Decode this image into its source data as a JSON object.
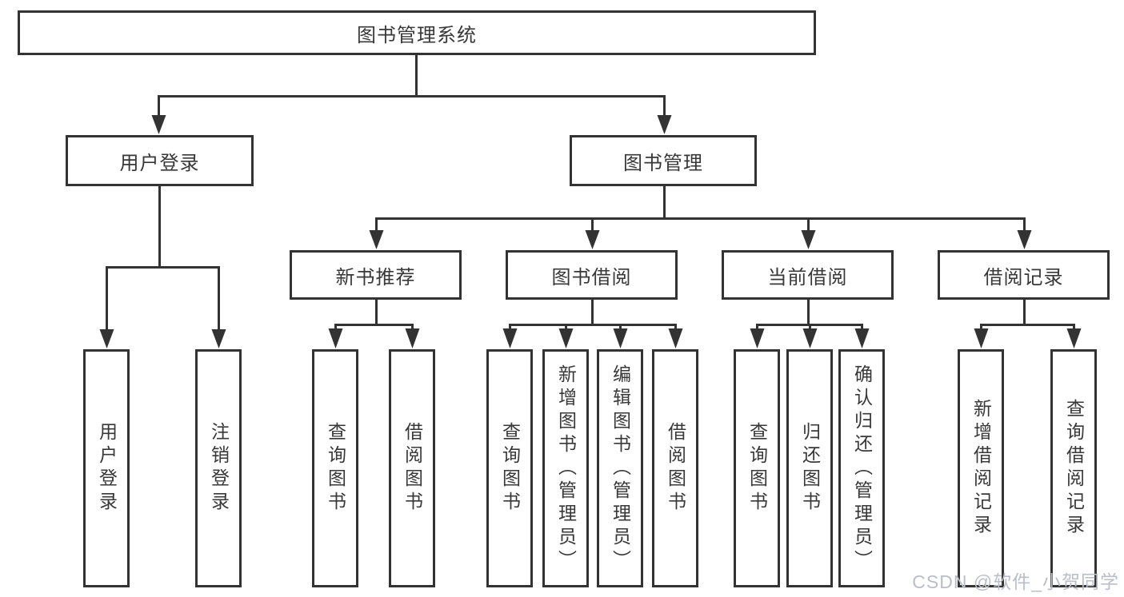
{
  "diagram_type": "hierarchy-tree",
  "colors": {
    "line": "#333333",
    "box_border": "#333333",
    "box_fill": "#ffffff",
    "text": "#383838",
    "watermark": "#b9bec8"
  },
  "tree": {
    "label": "图书管理系统",
    "children": [
      {
        "label": "用户登录",
        "children": [
          {
            "label": "用户登录"
          },
          {
            "label": "注销登录"
          }
        ]
      },
      {
        "label": "图书管理",
        "children": [
          {
            "label": "新书推荐",
            "children": [
              {
                "label": "查询图书"
              },
              {
                "label": "借阅图书"
              }
            ]
          },
          {
            "label": "图书借阅",
            "children": [
              {
                "label": "查询图书"
              },
              {
                "label": "新增图书（管理员）"
              },
              {
                "label": "编辑图书（管理员）"
              },
              {
                "label": "借阅图书"
              }
            ]
          },
          {
            "label": "当前借阅",
            "children": [
              {
                "label": "查询图书"
              },
              {
                "label": "归还图书"
              },
              {
                "label": "确认归还（管理员）"
              }
            ]
          },
          {
            "label": "借阅记录",
            "children": [
              {
                "label": "新增借阅记录"
              },
              {
                "label": "查询借阅记录"
              }
            ]
          }
        ]
      }
    ]
  },
  "watermark": "CSDN @软件_小贺同学"
}
